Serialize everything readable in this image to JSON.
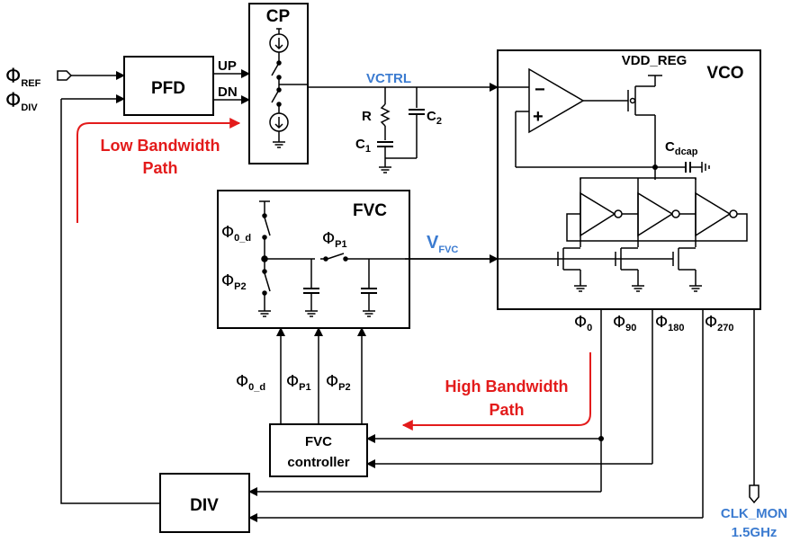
{
  "colors": {
    "wire": "#000000",
    "blue_label": "#3b7bd0",
    "red_path": "#e31b1b"
  },
  "blocks": {
    "pfd": "PFD",
    "cp": "CP",
    "fvc": "FVC",
    "vco": "VCO",
    "div": "DIV",
    "fvc_controller_line1": "FVC",
    "fvc_controller_line2": "controller"
  },
  "inputs": {
    "ref_phi": "Φ",
    "ref_sub": "REF",
    "div_phi": "Φ",
    "div_sub": "DIV"
  },
  "pfd_outputs": {
    "up": "UP",
    "dn": "DN"
  },
  "nets": {
    "vctrl": "VCTRL",
    "vfvc_main": "V",
    "vfvc_sub": "FVC",
    "vdd_reg": "VDD_REG",
    "cdcap_main": "C",
    "cdcap_sub": "dcap"
  },
  "filter": {
    "r": "R",
    "c1_main": "C",
    "c1_sub": "1",
    "c2_main": "C",
    "c2_sub": "2"
  },
  "fvc_switches": {
    "phi0d_main": "Φ",
    "phi0d_sub": "0_d",
    "phip1_main": "Φ",
    "phip1_sub": "P1",
    "phip2_main": "Φ",
    "phip2_sub": "P2"
  },
  "controller_outputs": {
    "phi0d_main": "Φ",
    "phi0d_sub": "0_d",
    "phip1_main": "Φ",
    "phip1_sub": "P1",
    "phip2_main": "Φ",
    "phip2_sub": "P2"
  },
  "vco_phases": {
    "p0_main": "Φ",
    "p0_sub": "0",
    "p90_main": "Φ",
    "p90_sub": "90",
    "p180_main": "Φ",
    "p180_sub": "180",
    "p270_main": "Φ",
    "p270_sub": "270"
  },
  "paths": {
    "low_line1": "Low Bandwidth",
    "low_line2": "Path",
    "high_line1": "High Bandwidth",
    "high_line2": "Path"
  },
  "clk_mon": {
    "line1": "CLK_MON",
    "line2": "1.5GHz"
  },
  "icons": {
    "arrow": "filled-triangle",
    "ground": "ground-symbol",
    "pad": "pentagon-pad"
  }
}
